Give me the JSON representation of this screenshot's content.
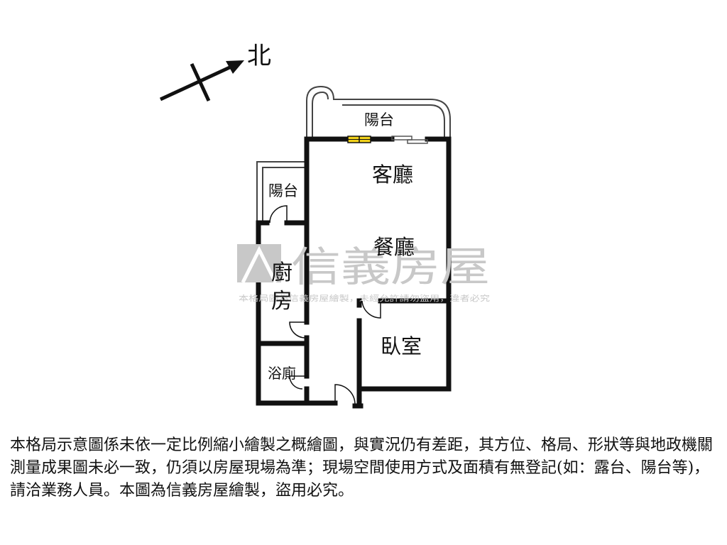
{
  "compass": {
    "label": "北"
  },
  "rooms": {
    "balcony_north": "陽台",
    "living_room": "客廳",
    "dining_room": "餐廳",
    "balcony_west": "陽台",
    "kitchen_1": "廚",
    "kitchen_2": "房",
    "bedroom": "臥室",
    "bathroom": "浴廁"
  },
  "watermark": {
    "brand": "信義房屋",
    "notice": "本格局圖為信義房屋繪製，未經允許請勿盜用，違者必究"
  },
  "colors": {
    "wall": "#111111",
    "window": "#f2d21a",
    "watermark": "#c8c8c8"
  },
  "disclaimer": "本格局示意圖係未依一定比例縮小繪製之概繪圖，與實況仍有差距，其方位、格局、形狀等與地政機關測量成果圖未必一致，仍須以房屋現場為準；現場空間使用方式及面積有無登記(如：露台、陽台等)，請洽業務人員。本圖為信義房屋繪製，盜用必究。"
}
